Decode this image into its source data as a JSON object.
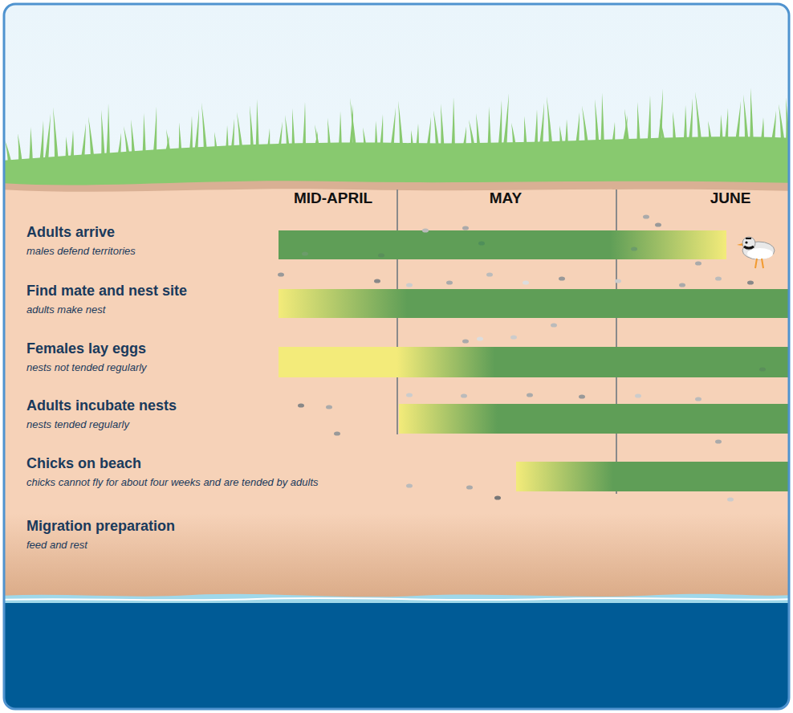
{
  "diagram": {
    "labels": [
      "MID-APRIL",
      "MAY",
      "JUNE",
      "Adults arrive",
      "males defend territories",
      "Find mate and nest site",
      "adults make nest",
      "Females lay eggs",
      "nests not tended regularly",
      "Adults incubate nests",
      "nests tended regularly",
      "Chicks on beach",
      "chicks cannot fly for about four weeks and are tended by adults",
      "Migration preparation",
      "feed and rest"
    ]
  }
}
